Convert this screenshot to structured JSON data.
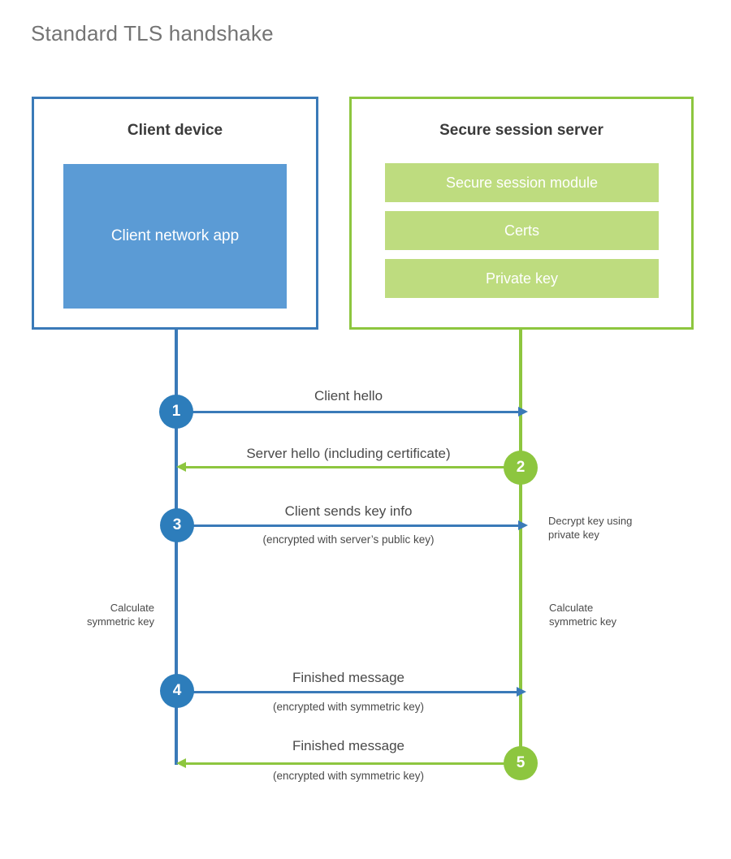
{
  "title": "Standard TLS handshake",
  "watermark": "",
  "colors": {
    "client_accent": "#3a7ab8",
    "client_fill": "#5b9bd5",
    "client_circle": "#2d7dbb",
    "server_accent": "#8dc63f",
    "server_fill": "#bedc7f",
    "text": "#4a4a4a",
    "title_text": "#747474"
  },
  "client": {
    "title": "Client device",
    "app_label": "Client network app"
  },
  "server": {
    "title": "Secure session server",
    "components": [
      {
        "label": "Secure session module"
      },
      {
        "label": "Certs"
      },
      {
        "label": "Private key"
      }
    ]
  },
  "steps": [
    {
      "number": "1",
      "label": "Client hello",
      "sublabel": "",
      "direction": "client-to-server",
      "color": "blue"
    },
    {
      "number": "2",
      "label": "Server hello (including certificate)",
      "sublabel": "",
      "direction": "server-to-client",
      "color": "green"
    },
    {
      "number": "3",
      "label": "Client sends key info",
      "sublabel": "(encrypted with server’s public key)",
      "direction": "client-to-server",
      "color": "blue"
    },
    {
      "number": "4",
      "label": "Finished message",
      "sublabel": "(encrypted with symmetric key)",
      "direction": "client-to-server",
      "color": "blue"
    },
    {
      "number": "5",
      "label": "Finished message",
      "sublabel": "(encrypted with symmetric key)",
      "direction": "server-to-client",
      "color": "green"
    }
  ],
  "notes": {
    "server_decrypt": "Decrypt key using\nprivate key",
    "client_calculate": "Calculate\nsymmetric key",
    "server_calculate": "Calculate\nsymmetric key"
  }
}
